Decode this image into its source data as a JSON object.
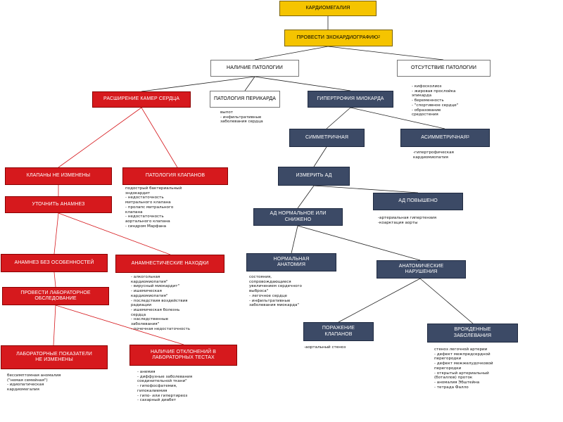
{
  "boxes": {
    "cardiomegaly": "КАРДИОМЕГАЛИЯ",
    "echo": "ПРОВЕСТИ ЭХОКАРДИОГРАФИЮ",
    "echo_sup": "2",
    "pathology_present": "НАЛИЧИЕ ПАТОЛОГИИ",
    "pathology_absent": "ОТСУТСТВИЕ ПАТОЛОГИИ",
    "chamber_dilation": "РАСШИРЕНИЕ КАМЕР СЕРДЦА",
    "pericardium": "ПАТОЛОГИЯ ПЕРИКАРДА",
    "hypertrophy": "ГИПЕРТРОФИЯ МИОКАРДА",
    "symmetric": "СИММЕТРИЧНАЯ",
    "asymmetric": "АСИММЕТРИЧНАЯ",
    "asymmetric_sup": "3",
    "valves_unchanged": "КЛАПАНЫ НЕ ИЗМЕНЕНЫ",
    "valve_pathology": "ПАТОЛОГИЯ КЛАПАНОВ",
    "measure_bp": "ИЗМЕРИТЬ АД",
    "clarify_anamnesis": "УТОЧНИТЬ АНАМНЕЗ",
    "bp_high": "АД ПОВЫШЕНО",
    "bp_normal_low": "АД НОРМАЛЬНОЕ ИЛИ СНИЖЕНО",
    "anamnesis_unremarkable": "АНАМНЕЗ БЕЗ ОСОБЕННОСТЕЙ",
    "anamnestic_findings": "АНАМНЕСТИЧЕСКИЕ НАХОДКИ",
    "normal_anatomy": "НОРМАЛЬНАЯ АНАТОМИЯ",
    "anatomic_disorders": "АНАТОМИЧЕСКИЕ НАРУШЕНИЯ",
    "lab_exam": "ПРОВЕСТИ ЛАБОРАТОРНОЕ ОБСЛЕДОВАНИЕ",
    "valve_damage": "ПОРАЖЕНИЕ КЛАПАНОВ",
    "congenital": "ВРОЖДЕННЫЕ ЗАБОЛЕВАНИЯ",
    "lab_unchanged": "ЛАБОРАТОРНЫЕ ПОКАЗАТЕЛИ НЕ ИЗМЕНЕНЫ",
    "lab_abnormal": "НАЛИЧИЕ ОТКЛОНЕНИЙ В ЛАБОРАТОРНЫХ ТЕСТАХ"
  },
  "notes": {
    "absent": [
      "- кифосколиоз",
      "- жировая прослойка",
      "эпикарда",
      "- беременность",
      "- \"спортивное сердце\"",
      "- образование",
      "средостения"
    ],
    "pericardium": [
      "выпот",
      "- инфильтративные",
      "заболевания сердца"
    ],
    "asymmetric": [
      "-гипертрофическая",
      "кардиомиопатия"
    ],
    "valve_pathology": [
      "подострый бактериальный",
      "эндокардит",
      "- недостаточность",
      "митрального клапана",
      "- пролапс митрального",
      "клапана",
      "- недостаточность",
      "аортального клапана",
      "- синдром Марфана"
    ],
    "bp_high": [
      "-артериальная гипертензия",
      "-коарктация аорты"
    ],
    "anamnestic": [
      "- алкогольная",
      "кардиомиопатия\"",
      "- вирусный миокардит\"",
      "- ишемическая",
      "кардиомиопатия\"",
      "- последствия воздействия",
      "радиации",
      "- ишемическая болезнь",
      "сердца",
      "- наследственные",
      "заболевания\"",
      "- почечная недостаточность"
    ],
    "normal_anatomy": [
      "состояния,",
      "сопровождающиеся",
      "увеличением сердечного",
      "выброса\"",
      "- легочное сердце",
      "- инфильтративные",
      "заболевания миокарда\""
    ],
    "valve_damage": [
      "-аортальный стеноз"
    ],
    "congenital": [
      "стеноз легочной артерии",
      "- дефект межпредсердной",
      "перегородки",
      "- дефект межжелудочковой",
      "перегородки",
      "- открытый артериальный",
      "(боталлов) проток",
      "- аномалия Эбштейна",
      "- тетрада Фалло"
    ],
    "lab_unchanged": [
      "бессимптомная аномалия",
      "(\"немая семейная\")",
      "- идиопатическая",
      "кардиомегалия"
    ],
    "lab_abnormal": [
      "- анемия",
      "- диффузные заболевания",
      "соединительной ткани\"",
      "- гипофосфатемия,",
      "гипокалиемия",
      "- гипо- или гипертиреоз",
      "- сахарный диабет"
    ]
  },
  "colors": {
    "yellow": "#f5c400",
    "red": "#d6191d",
    "navy": "#3c4a66",
    "line": "#222222",
    "red_line": "#d6191d"
  }
}
